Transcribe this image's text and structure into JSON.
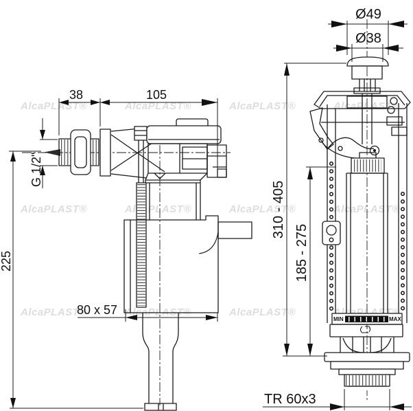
{
  "watermark": {
    "text": "AlcaPLAST®"
  },
  "fill_valve": {
    "name": "side fill valve (left view)",
    "dimensions": {
      "shank_length": "38",
      "body_length": "105",
      "thread": "G 1/2\"",
      "total_height": "225",
      "float_cup": "80 x 57"
    }
  },
  "flush_valve": {
    "name": "flush valve (right view)",
    "dimensions": {
      "button_outer_diameter": "Ø49",
      "button_inner_diameter": "Ø38",
      "total_height_range": "310 - 405",
      "inner_height_range": "185 - 275",
      "bottom_thread": "TR 60x3"
    },
    "scale_labels": {
      "min": "MIN",
      "max": "MAX"
    }
  }
}
